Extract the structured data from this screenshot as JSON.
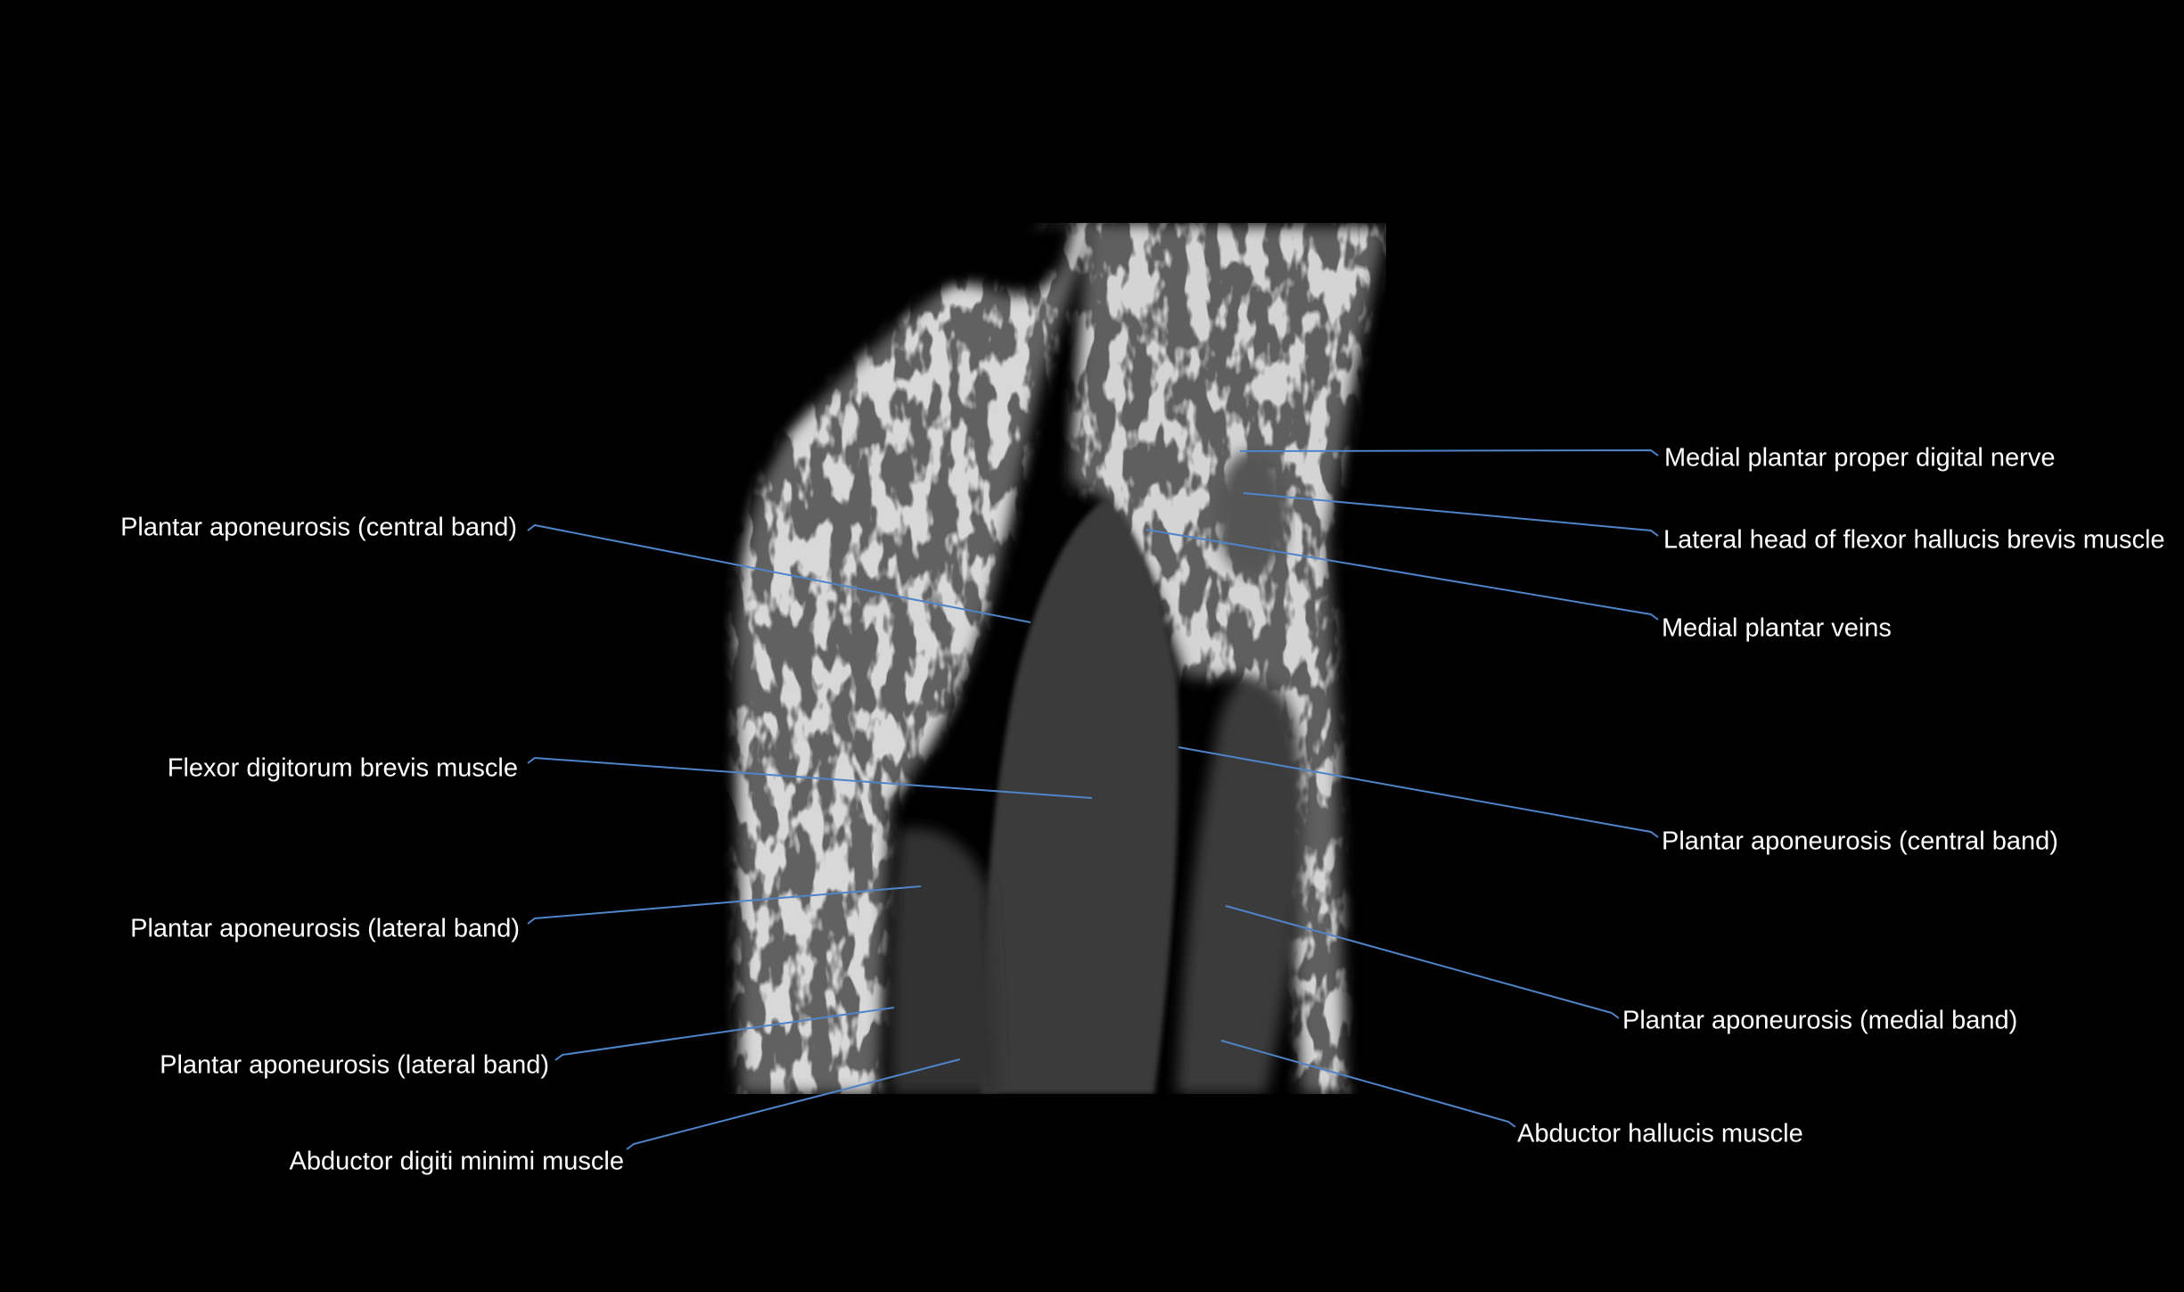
{
  "image": {
    "kind": "MRI coronal section of forefoot plantar region (T1-weighted)",
    "leader_color": "#4f84c8"
  },
  "labels_left": [
    {
      "text": "Plantar aponeurosis (central band)"
    },
    {
      "text": "Flexor digitorum brevis muscle"
    },
    {
      "text": "Plantar aponeurosis (lateral band)"
    },
    {
      "text": "Plantar aponeurosis (lateral band)"
    },
    {
      "text": "Abductor digiti minimi muscle"
    }
  ],
  "labels_right": [
    {
      "text": "Medial plantar proper digital nerve"
    },
    {
      "text": "Lateral head of flexor hallucis brevis muscle"
    },
    {
      "text": "Medial plantar veins"
    },
    {
      "text": "Plantar aponeurosis (central band)"
    },
    {
      "text": "Plantar aponeurosis (medial band)"
    },
    {
      "text": "Abductor hallucis muscle"
    }
  ]
}
